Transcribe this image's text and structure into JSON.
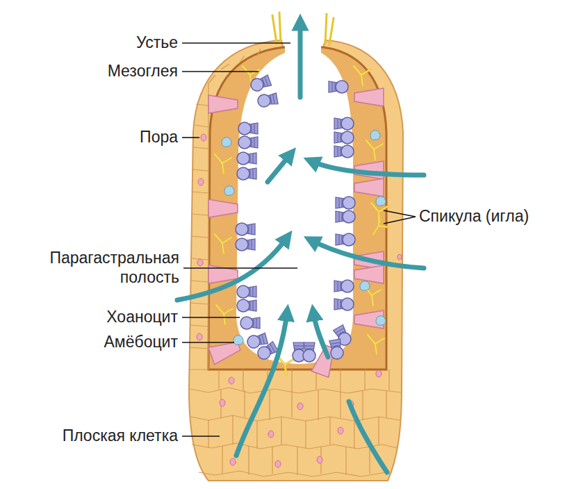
{
  "diagram": {
    "labels": [
      "Устье",
      "Мезоглея",
      "Пора",
      "Спикула (игла)",
      "Парагастральная полость",
      "Хоаноцит",
      "Амёбоцит",
      "Плоская клетка"
    ]
  }
}
